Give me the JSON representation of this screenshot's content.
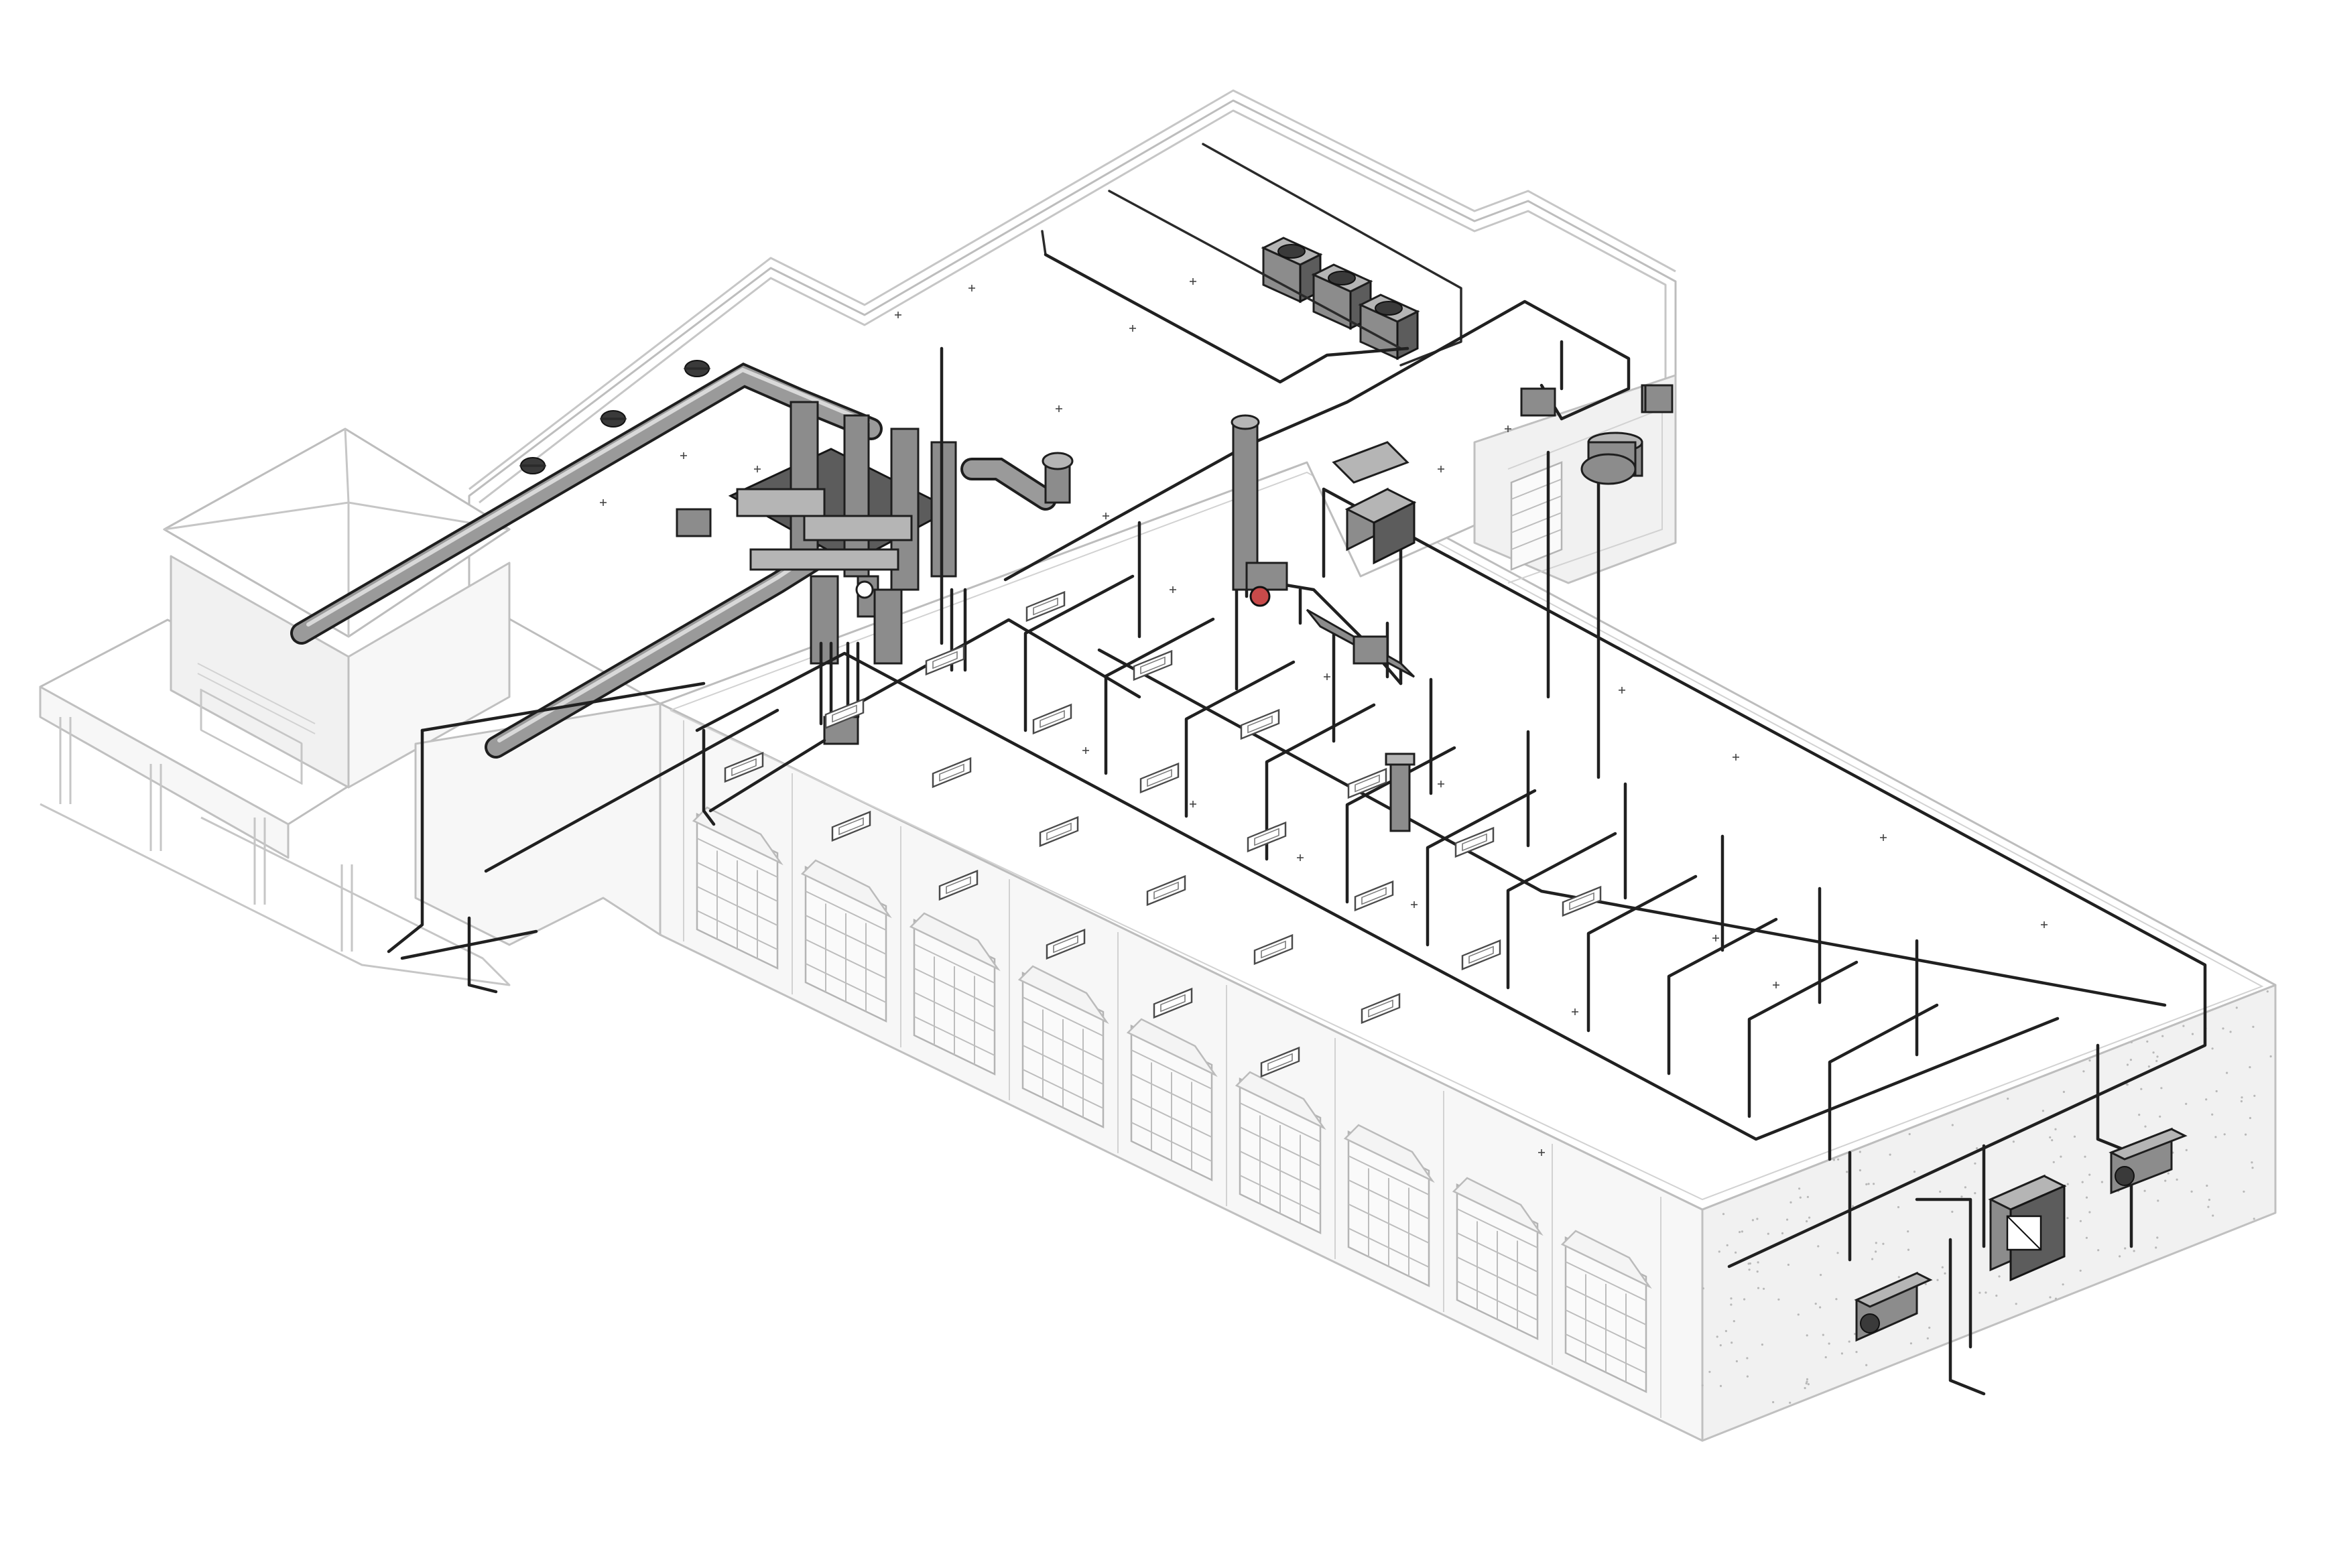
{
  "drawing": {
    "sign_primary": "",
    "sign_secondary": ""
  },
  "colors": {
    "background": "#ffffff",
    "architecture_line": "#c6c6c6",
    "pipe": "#202020",
    "duct": "#9a9a9a",
    "equipment": "#8c8c8c"
  },
  "components": {
    "overhead_doors": 9,
    "rooftop_condensing_units": 3,
    "ceiling_diffusers": 24,
    "unit_heaters": 3,
    "exhaust_fans": 2,
    "wall_louvers": 1
  }
}
